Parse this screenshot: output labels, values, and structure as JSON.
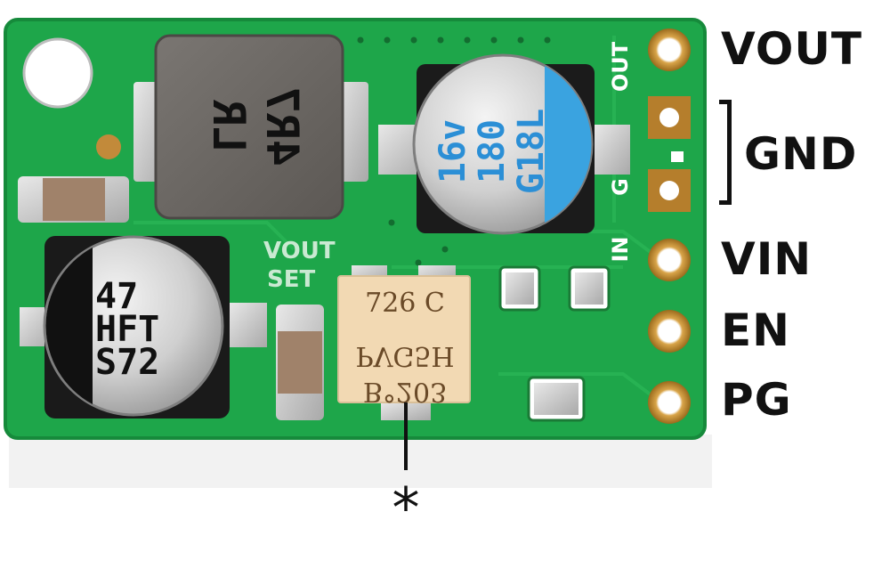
{
  "board": {
    "pcb_color": "#1ea64a",
    "silkscreen": {
      "out": "OUT",
      "g": "G",
      "in": "IN",
      "vout_set_line1": "VOUT",
      "vout_set_line2": "SET"
    },
    "inductor_marking": {
      "line1": "4R7",
      "line2": "LR"
    },
    "cap_blue_marking": {
      "line1": "16v",
      "line2": "180",
      "line3": "G18L"
    },
    "cap_left_marking": {
      "line1": "47",
      "line2": "HFT",
      "line3": "S72"
    },
    "potentiometer_marking": {
      "line1": "726 C",
      "line2": "PVG5H",
      "line3": "B°203"
    }
  },
  "pins": {
    "vout": "VOUT",
    "gnd": "GND",
    "vin": "VIN",
    "en": "EN",
    "pg": "PG"
  },
  "callout": {
    "marker": "*"
  }
}
